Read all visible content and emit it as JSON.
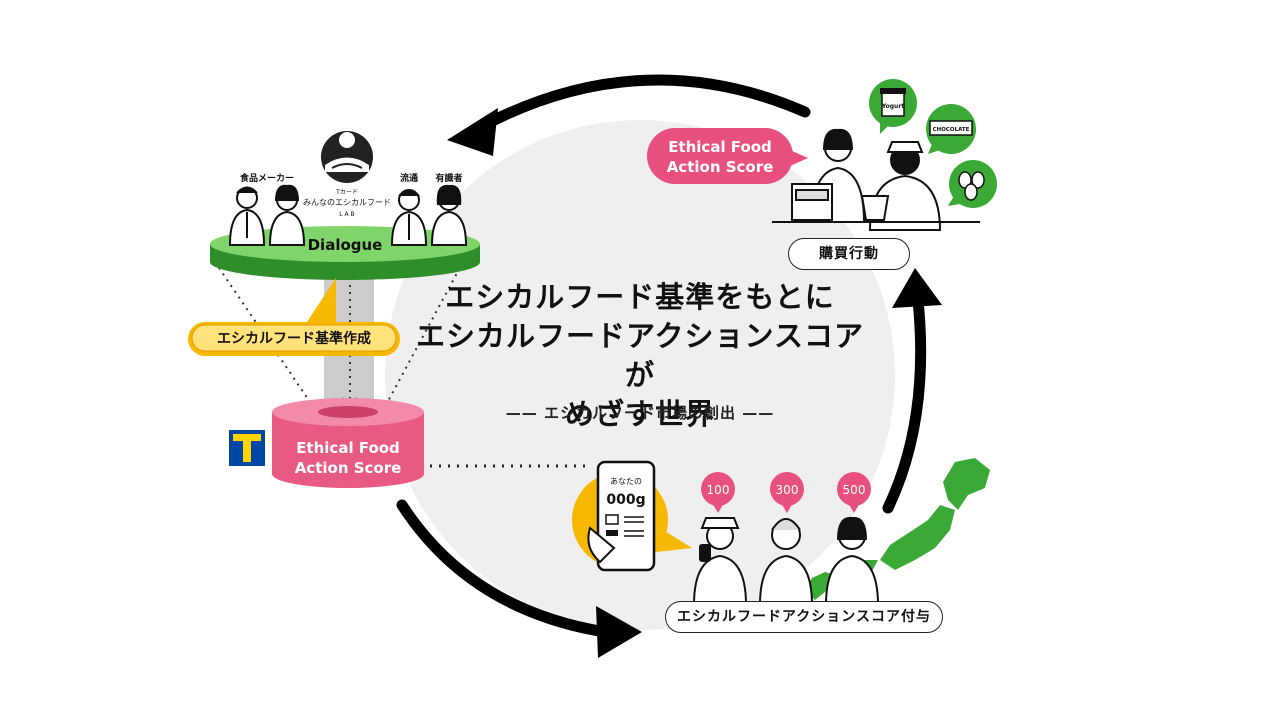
{
  "center": {
    "title_line1": "エシカルフード基準をもとに",
    "title_line2": "エシカルフードアクションスコアが",
    "title_line3": "めざす世界",
    "subtitle": "エシカルフード市場の創出"
  },
  "dialogue": {
    "label": "Dialogue",
    "lab_line1": "Tカード",
    "lab_line2": "みんなのエシカルフード",
    "lab_line3": "L A B",
    "group_maker": "食品メーカー",
    "group_distribution": "流通",
    "group_expert": "有識者"
  },
  "standard_callout": "エシカルフード基準作成",
  "score_cylinder": {
    "line1": "Ethical Food",
    "line2": "Action Score"
  },
  "score_bubble": {
    "line1": "Ethical Food",
    "line2": "Action Score"
  },
  "purchase_label": "購買行動",
  "grant_label": "エシカルフードアクションスコア付与",
  "phone": {
    "line1": "あなたの",
    "line2": "000g"
  },
  "points": [
    "100",
    "300",
    "500"
  ],
  "products": {
    "yogurt": "Yogurt",
    "chocolate": "CHOCOLATE"
  },
  "colors": {
    "green": "#3aa935",
    "pink": "#e8507d",
    "yellow": "#f6b800",
    "tcard_blue": "#0046a6",
    "tcard_yellow": "#ffd400",
    "bg_circle": "#efefef"
  }
}
